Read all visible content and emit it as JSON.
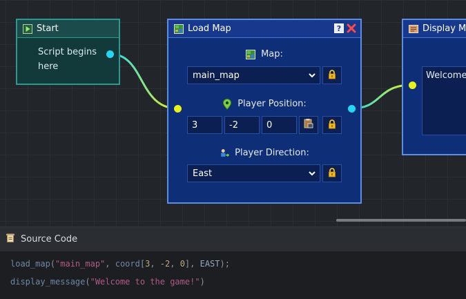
{
  "nodes": {
    "start": {
      "title": "Start",
      "description": "Script begins here"
    },
    "load_map": {
      "title": "Load Map",
      "help": "?",
      "map_label": "Map:",
      "map_value": "main_map",
      "position_label": "Player Position:",
      "position": {
        "x": "3",
        "y": "-2",
        "z": "0"
      },
      "direction_label": "Player Direction:",
      "direction_value": "East"
    },
    "display_message": {
      "title": "Display Message",
      "title_visible": "Display Me",
      "text_visible": "Welcome"
    }
  },
  "source_panel": {
    "title": "Source Code",
    "lines": [
      {
        "fn": "load_map",
        "arg_string": "\"main_map\"",
        "coord_fn": "coord",
        "coords": [
          "3",
          "-2",
          "0"
        ],
        "direction": "EAST"
      },
      {
        "fn": "display_message",
        "arg_string": "\"Welcome to the game!\""
      }
    ]
  },
  "icons": {
    "start": "play-icon",
    "load_map": "map-icon",
    "display_message": "message-icon",
    "help": "help-icon",
    "close": "close-icon",
    "location": "location-pin-icon",
    "direction": "person-direction-icon",
    "lock": "lock-icon",
    "pick": "clipboard-icon",
    "dropdown": "chevron-down-icon",
    "source": "scroll-icon"
  },
  "colors": {
    "exec_pin": "#e8f21a",
    "data_pin": "#22d8f2",
    "start_border": "#2d9a90",
    "node_border": "#5c8ee4",
    "node_fill": "#0f2e78"
  }
}
